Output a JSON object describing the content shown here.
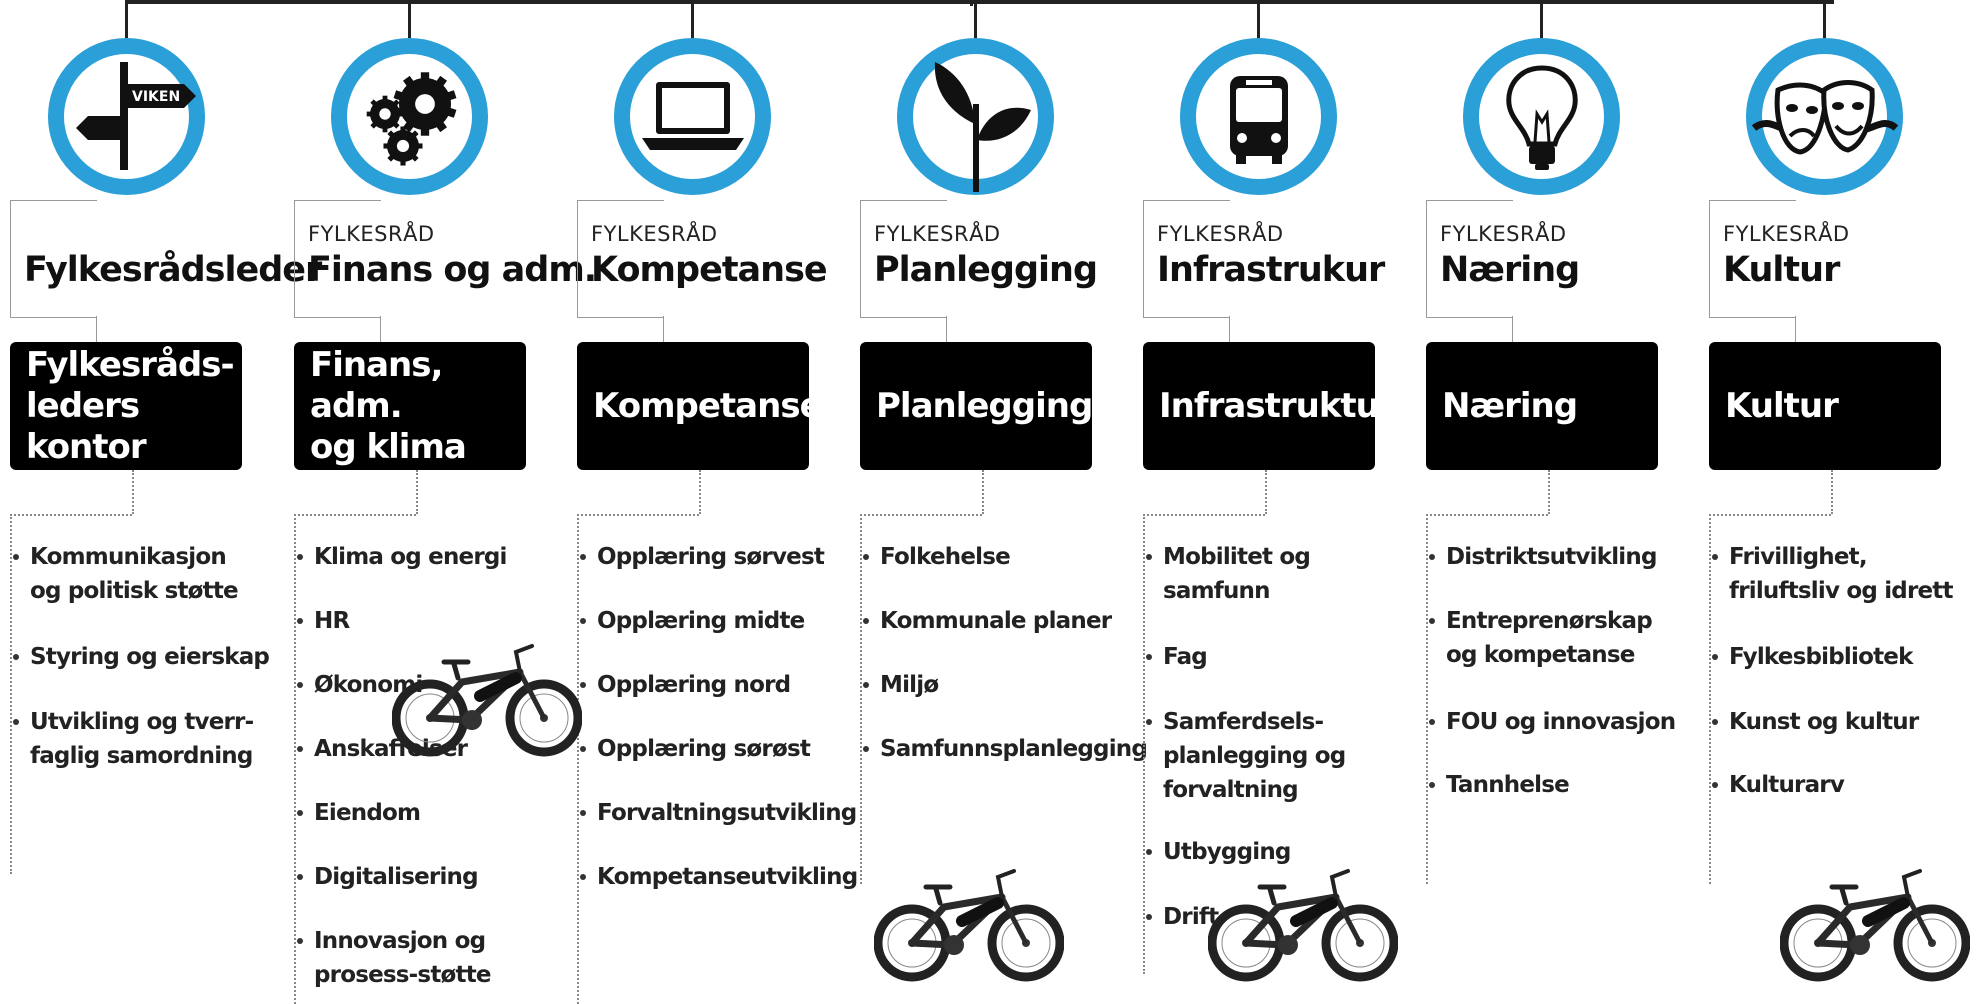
{
  "colors": {
    "ring": "#2b9fd8",
    "box": "#000000",
    "line": "#222222"
  },
  "sign_text": "VIKEN",
  "columns": [
    {
      "icon": "signpost-icon",
      "small": "",
      "title": "Fylkesrådsleder",
      "dept": "Fylkesråds-\nleders kontor",
      "items": [
        "Kommunikasjon\nog politisk støtte",
        "Styring og eierskap",
        "Utvikling og tverr-\nfaglig samordning"
      ]
    },
    {
      "icon": "gears-icon",
      "small": "FYLKESRÅD",
      "title": "Finans og adm.",
      "dept": "Finans, adm.\nog klima",
      "items": [
        "Klima og energi",
        "HR",
        "Økonomi",
        "Anskaffelser",
        "Eiendom",
        "Digitalisering",
        "Innovasjon og\nprosess-støtte"
      ]
    },
    {
      "icon": "laptop-icon",
      "small": "FYLKESRÅD",
      "title": "Kompetanse",
      "dept": "Kompetanse",
      "items": [
        "Opplæring sørvest",
        "Opplæring midte",
        "Opplæring nord",
        "Opplæring sørøst",
        "Forvaltningsutvikling",
        "Kompetanseutvikling"
      ]
    },
    {
      "icon": "sprout-icon",
      "small": "FYLKESRÅD",
      "title": "Planlegging",
      "dept": "Planlegging",
      "items": [
        "Folkehelse",
        "Kommunale planer",
        "Miljø",
        "Samfunnsplanlegging"
      ]
    },
    {
      "icon": "bus-icon",
      "small": "FYLKESRÅD",
      "title": "Infrastrukur",
      "dept": "Infrastruktur",
      "items": [
        "Mobilitet og\nsamfunn",
        "Fag",
        "Samferdsels-\nplanlegging og\nforvaltning",
        "Utbygging",
        "Drift"
      ]
    },
    {
      "icon": "lightbulb-icon",
      "small": "FYLKESRÅD",
      "title": "Næring",
      "dept": "Næring",
      "items": [
        "Distriktsutvikling",
        "Entreprenørskap\nog kompetanse",
        "FOU og innovasjon",
        "Tannhelse"
      ]
    },
    {
      "icon": "theater-masks-icon",
      "small": "FYLKESRÅD",
      "title": "Kultur",
      "dept": "Kultur",
      "items": [
        "Frivillighet,\nfriluftsliv og idrett",
        "Fylkesbibliotek",
        "Kunst og kultur",
        "Kulturarv"
      ]
    }
  ]
}
